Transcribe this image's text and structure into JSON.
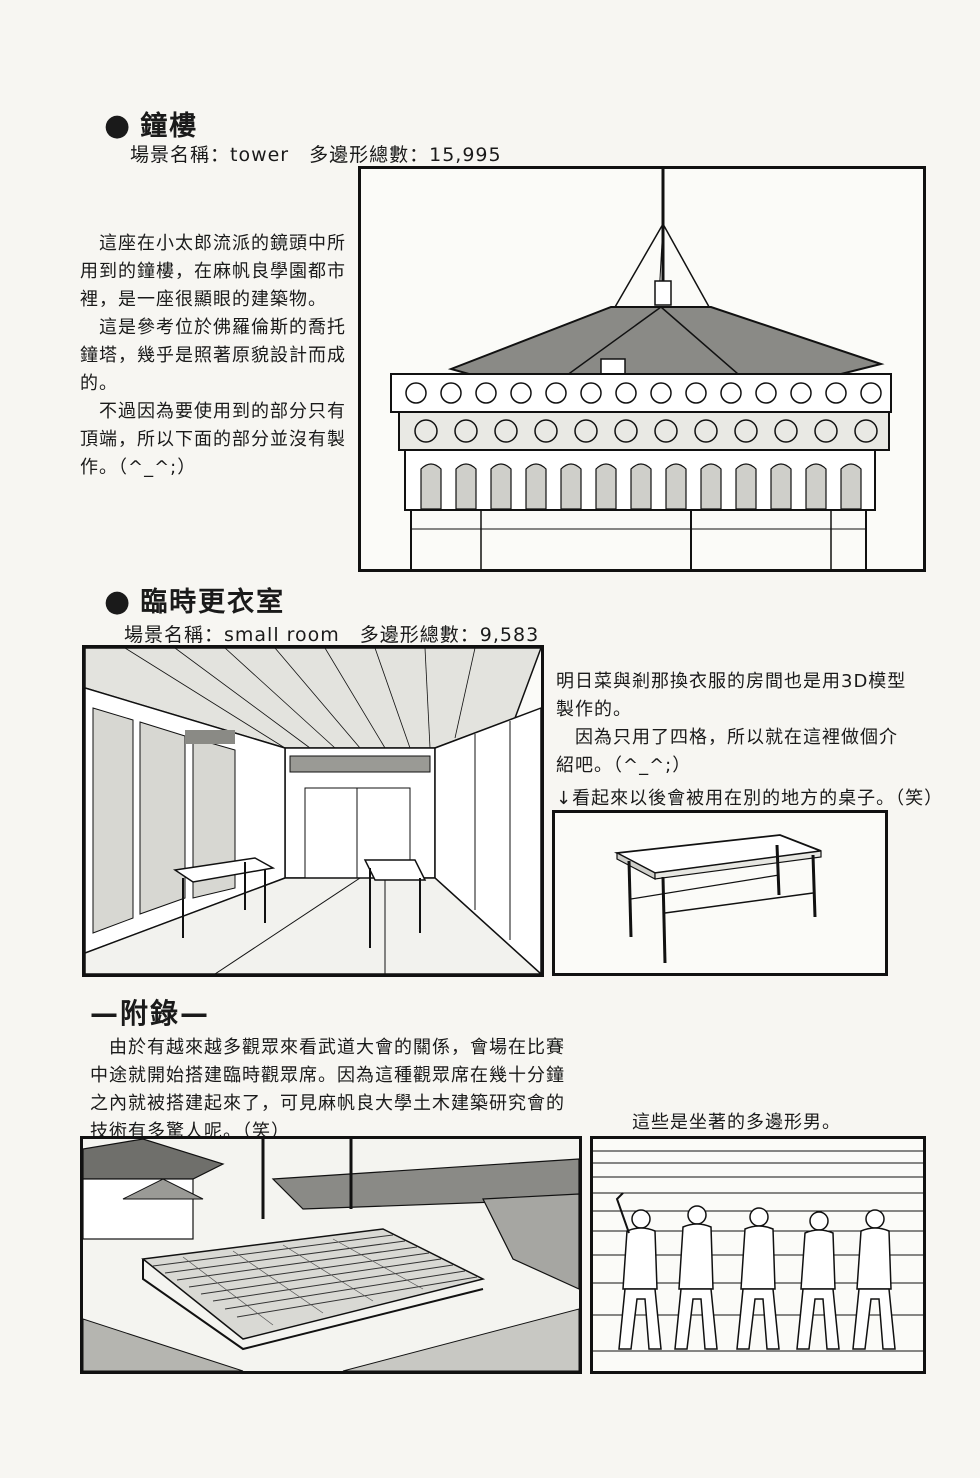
{
  "section_tower": {
    "bullet": "●",
    "title": "鐘樓",
    "meta": "場景名稱：tower　多邊形總數：15,995",
    "paragraphs": [
      "　這座在小太郎流派的鏡頭中所用到的鐘樓，在麻帆良學園都市裡，是一座很顯眼的建築物。",
      "　這是參考位於佛羅倫斯的喬托鐘塔，幾乎是照著原貌設計而成的。",
      "　不過因為要使用到的部分只有頂端，所以下面的部分並沒有製作。（^_^;）"
    ]
  },
  "section_room": {
    "bullet": "●",
    "title": "臨時更衣室",
    "meta": "場景名稱：small room　多邊形總數：9,583",
    "paragraphs": [
      "明日菜與剎那換衣服的房間也是用3D模型製作的。",
      "　因為只用了四格，所以就在這裡做個介紹吧。（^_^;）"
    ],
    "table_caption": "↓看起來以後會被用在別的地方的桌子。（笑）"
  },
  "section_appendix": {
    "title": "—附錄—",
    "paragraph": "　由於有越來越多觀眾來看武道大會的關係，會場在比賽中途就開始搭建臨時觀眾席。因為這種觀眾席在幾十分鐘之內就被搭建起來了，可見麻帆良大學土木建築研究會的技術有多驚人呢。（笑）",
    "figures_caption": "這些是坐著的多邊形男。"
  }
}
